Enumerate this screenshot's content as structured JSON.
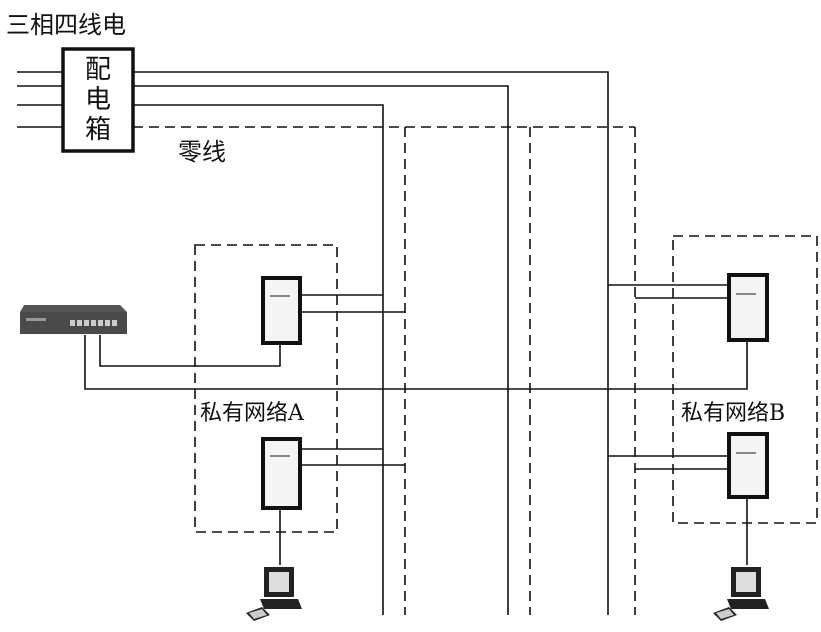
{
  "labels": {
    "three_phase": "三相四线电",
    "distribution_box": [
      "配",
      "电",
      "箱"
    ],
    "neutral_line": "零线",
    "network_a": "私有网络A",
    "network_b": "私有网络B"
  },
  "icons": {
    "switch": "network-switch-icon",
    "adapter": "powerline-adapter-icon",
    "computer": "desktop-computer-icon"
  }
}
